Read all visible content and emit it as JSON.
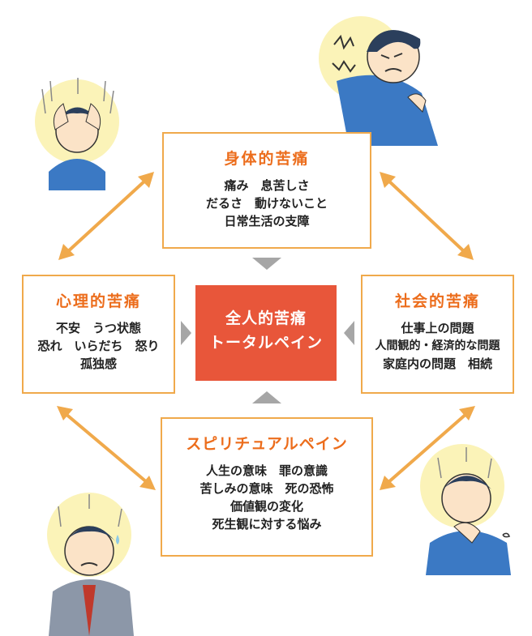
{
  "center": {
    "title": "全人的苦痛",
    "subtitle": "トータルペイン"
  },
  "boxes": {
    "physical": {
      "title": "身体的苦痛",
      "items": [
        "痛み　息苦しさ",
        "だるさ　動けないこと",
        "日常生活の支障"
      ]
    },
    "psychological": {
      "title": "心理的苦痛",
      "items": [
        "不安　うつ状態",
        "恐れ　いらだち　怒り",
        "孤独感"
      ]
    },
    "social": {
      "title": "社会的苦痛",
      "items": [
        "仕事上の問題",
        "人間観的・経済的な問題",
        "家庭内の問題　相続"
      ]
    },
    "spiritual": {
      "title": "スピリチュアルペイン",
      "items": [
        "人生の意味　罪の意識",
        "苦しみの意味　死の恐怖",
        "価値観の変化",
        "死生観に対する悩み"
      ]
    }
  },
  "colors": {
    "accent": "#ec6d1c",
    "border": "#f0a94b",
    "center_fill": "#e8563a",
    "arrow": "#f0a94b",
    "pointer": "#a6a6a6"
  }
}
